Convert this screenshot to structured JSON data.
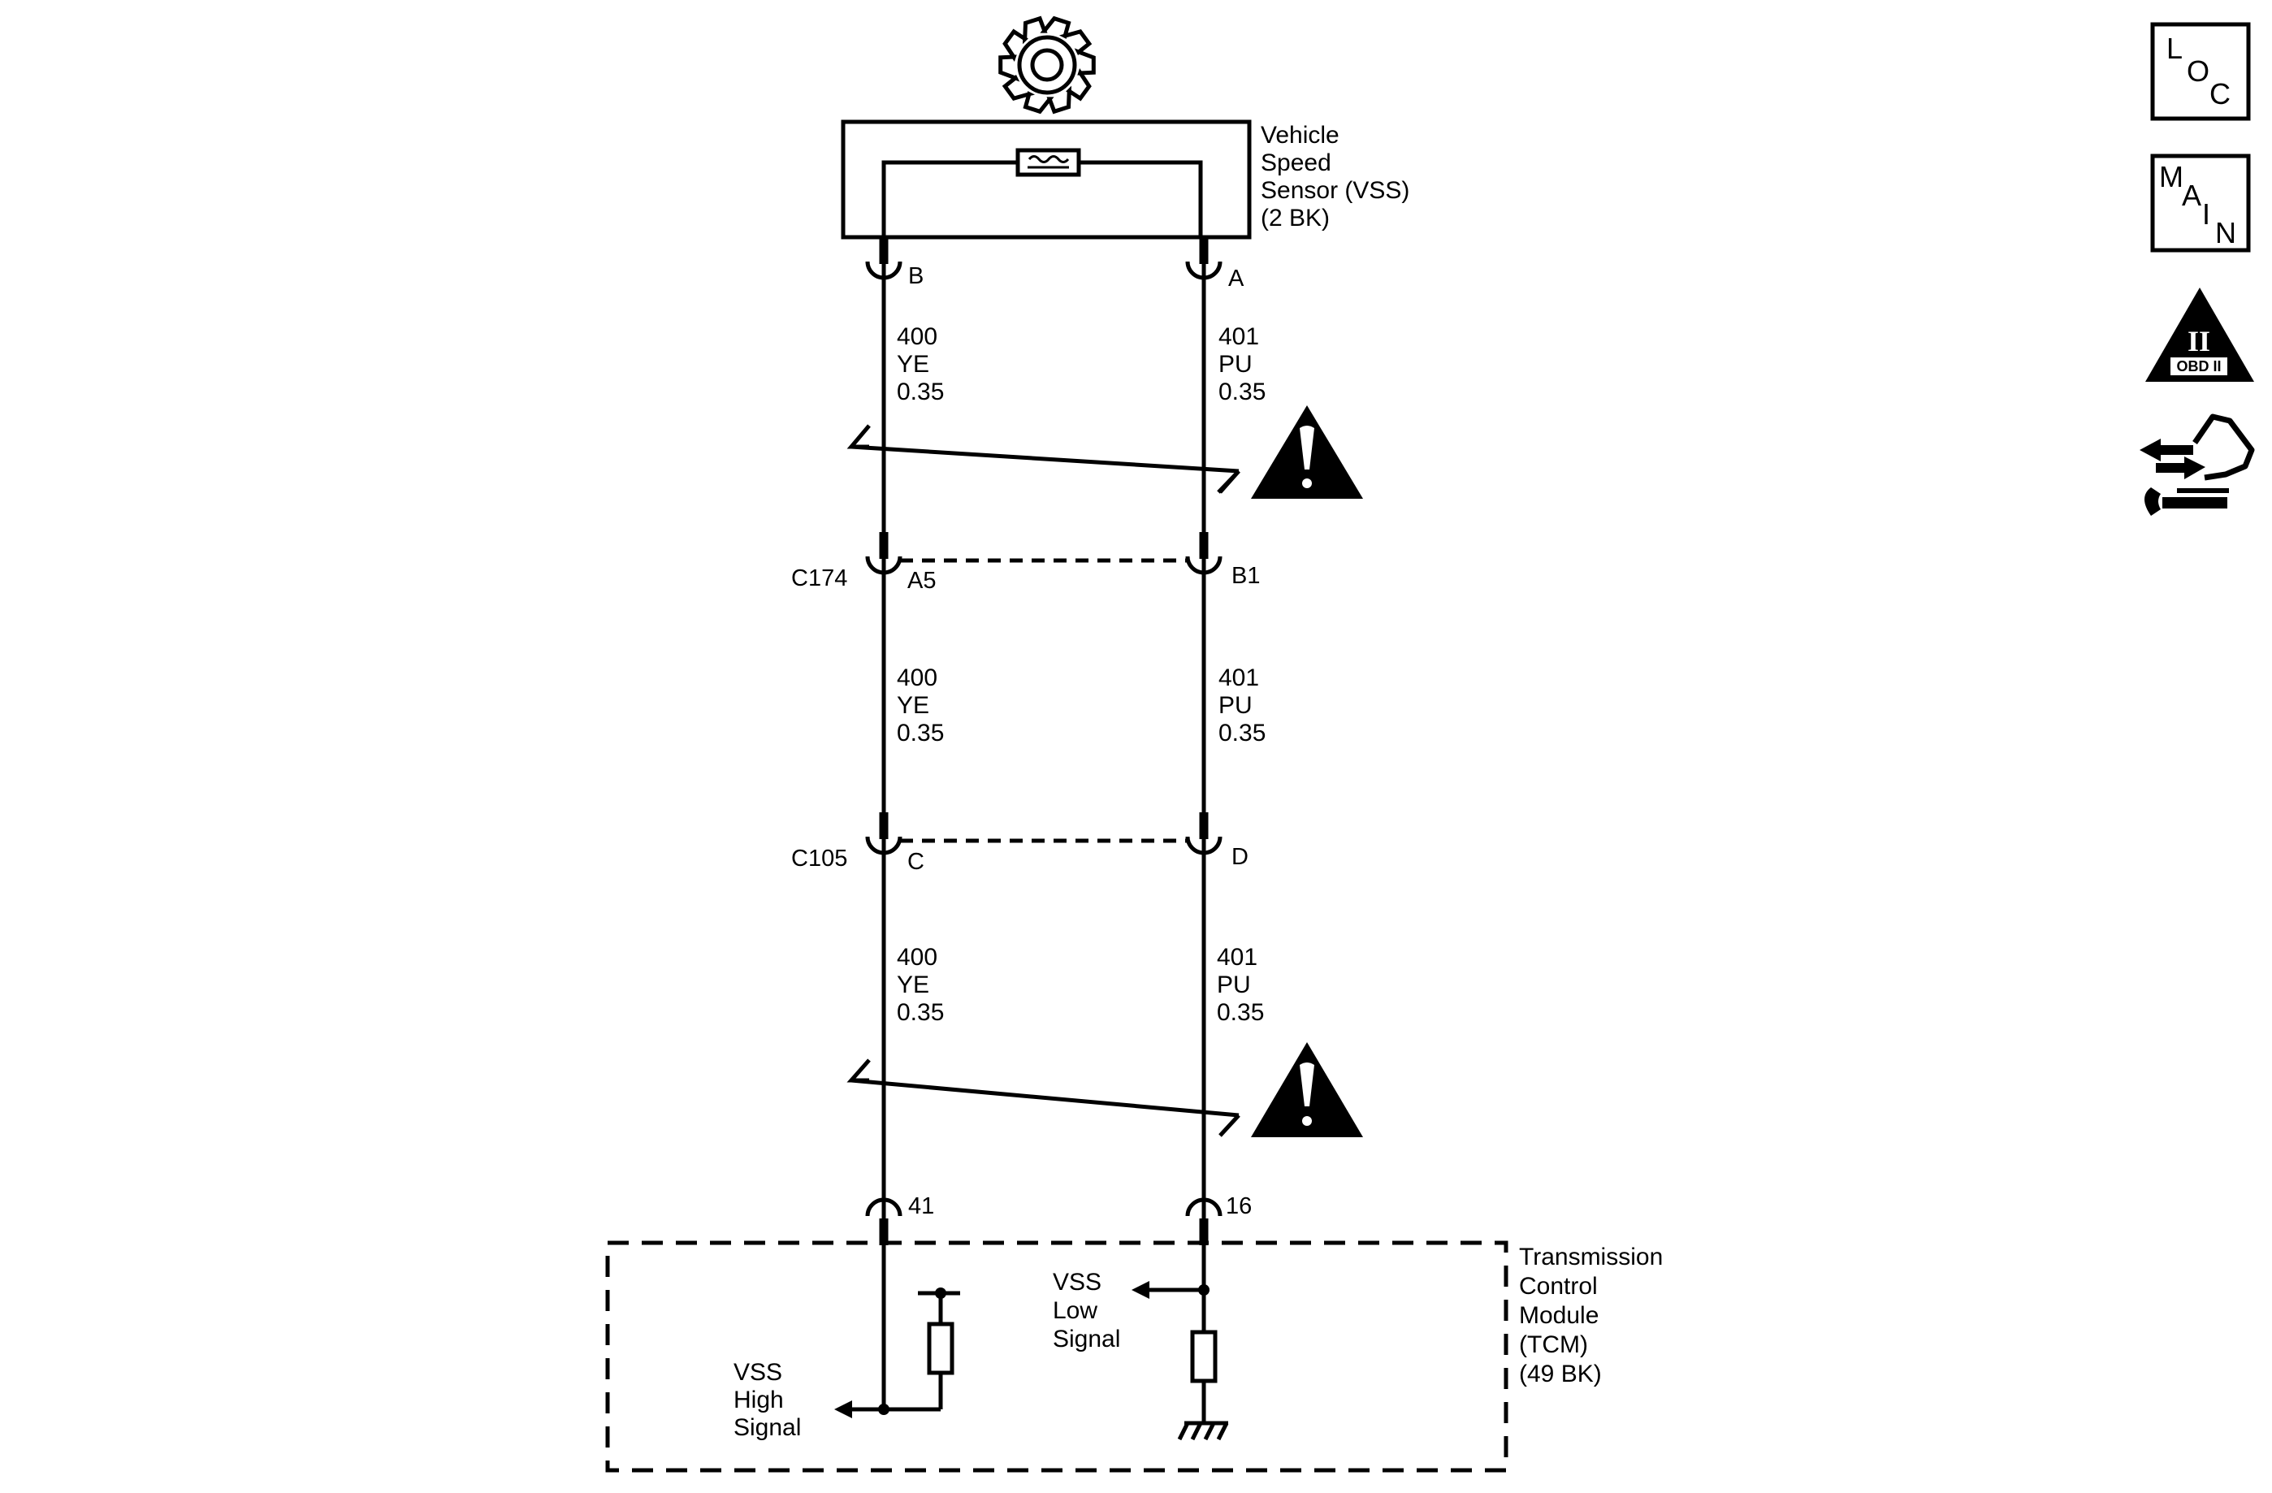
{
  "sensor": {
    "name_lines": [
      "Vehicle",
      "Speed",
      "Sensor (VSS)",
      "(2 BK)"
    ],
    "pin_left": "B",
    "pin_right": "A"
  },
  "circuits": {
    "left": {
      "lines": [
        "400",
        "YE",
        "0.35"
      ]
    },
    "right": {
      "lines": [
        "401",
        "PU",
        "0.35"
      ]
    }
  },
  "connectors": {
    "c174": {
      "name": "C174",
      "pin_left": "A5",
      "pin_right": "B1"
    },
    "c105": {
      "name": "C105",
      "pin_left": "C",
      "pin_right": "D"
    }
  },
  "module": {
    "pin_left": "41",
    "pin_right": "16",
    "name_lines": [
      "Transmission",
      "Control",
      "Module",
      "(TCM)",
      "(49 BK)"
    ],
    "high_signal_lines": [
      "VSS",
      "High",
      "Signal"
    ],
    "low_signal_lines": [
      "VSS",
      "Low",
      "Signal"
    ]
  },
  "icons": {
    "loc": [
      "L",
      "O",
      "C"
    ],
    "main": [
      "M",
      "A",
      "I",
      "N"
    ],
    "obd_numeral": "II",
    "obd_label": "OBD II"
  }
}
